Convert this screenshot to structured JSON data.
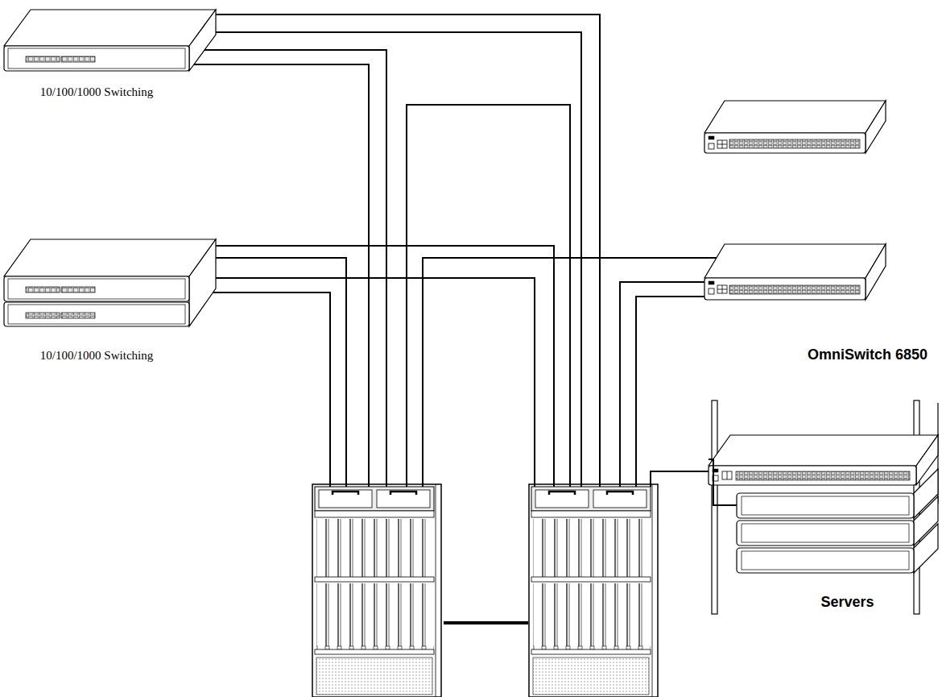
{
  "diagram": {
    "nodes": [
      {
        "text": [
          "10/100/1000 Switching"
        ]
      },
      {
        "text": [
          "10/100/1000 Switching"
        ]
      },
      {
        "text": [
          "OmniSwitch 6850"
        ]
      },
      {
        "text": [
          "Servers"
        ]
      }
    ]
  }
}
